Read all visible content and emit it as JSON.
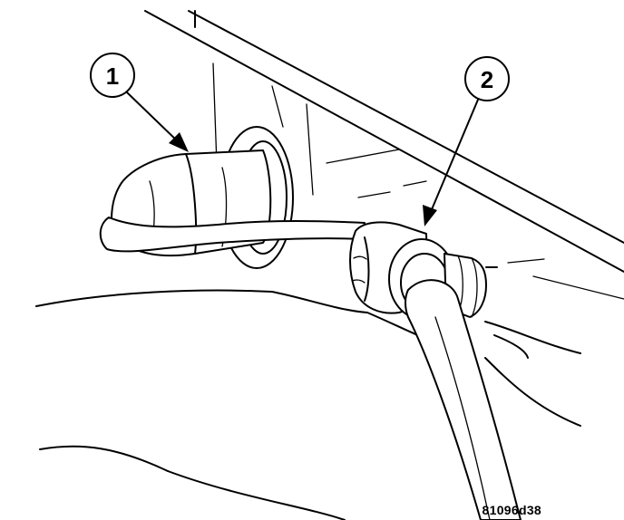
{
  "callouts": [
    {
      "number": "1",
      "part": "grommet"
    },
    {
      "number": "2",
      "part": "hose-connector"
    }
  ],
  "figure_id": "81096d38"
}
